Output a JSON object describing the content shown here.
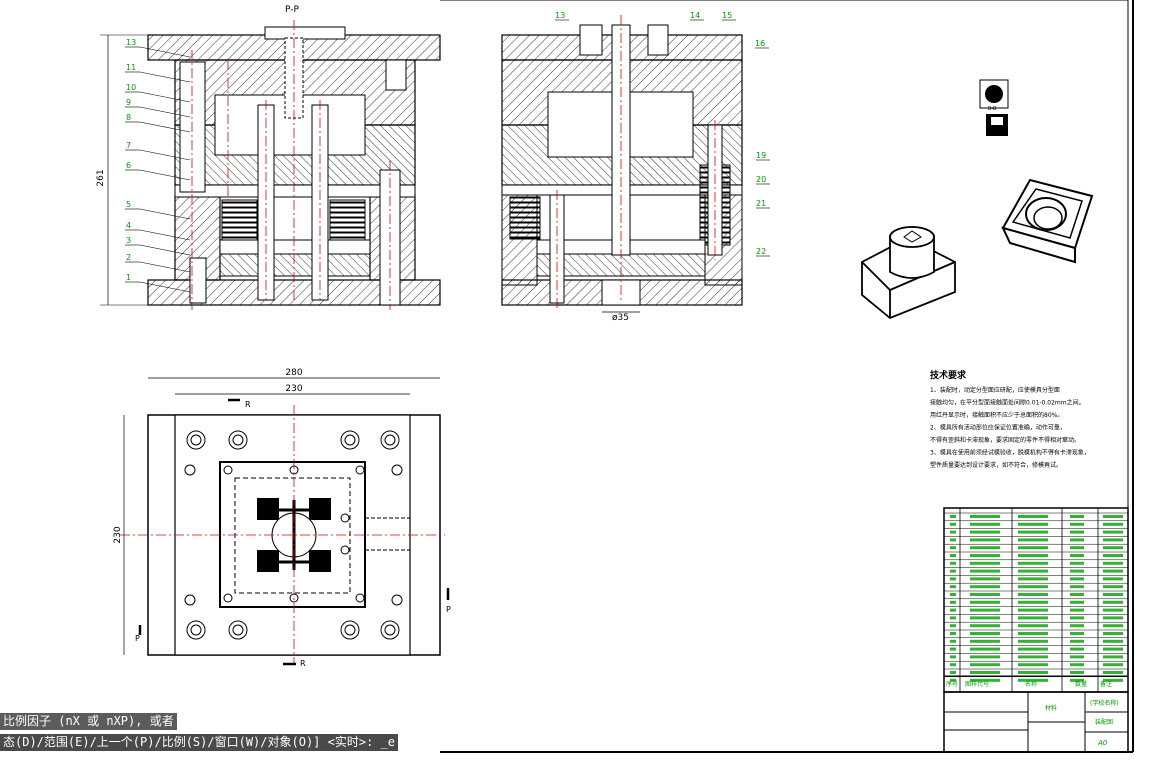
{
  "drawing": {
    "section_label": "P-P",
    "dim_height": "261",
    "dim_width_outer": "280",
    "dim_width_inner": "230",
    "dim_side": "230",
    "dim_sprue": "ø35",
    "cut_p": "P",
    "cut_r": "R",
    "part_view_label": "B-B",
    "left_leaders": [
      "13",
      "11",
      "10",
      "9",
      "8",
      "7",
      "6",
      "5",
      "4",
      "3",
      "2",
      "1"
    ],
    "right_leaders": [
      "13",
      "14",
      "15",
      "16",
      "19",
      "20",
      "21",
      "22"
    ]
  },
  "tech": {
    "title": "技术要求",
    "lines": [
      "1、装配时，动定分型面应研配，应使模具分型面",
      "接触均匀，在平分型面接触面处间隙0.01-0.02mm之间。",
      "用红丹显示时，接触面积不应少于总面积的80%。",
      "2、模具所有活动部位应保证位置准确，动作可靠，",
      "不得有歪斜和卡滞现象，要求固定的零件不得相对窜动。",
      "3、模具在使用前须经试模验收，脱模机构不得有卡滞现象，",
      "塑件质量要达到设计要求，如不符合，修模再试。"
    ]
  },
  "title_block": {
    "material": "材料",
    "drawing_name": "(学校名称)",
    "drawing_type": "装配图",
    "scale": "A0",
    "header_cols": [
      "序号",
      "图样代号",
      "名称",
      "数量",
      "备注"
    ]
  },
  "command": {
    "line1": "比例因子 (nX 或 nXP), 或者",
    "line2": "态(D)/范围(E)/上一个(P)/比例(S)/窗口(W)/对象(O)] <实时>:",
    "cursor_hint": "_e"
  },
  "colors": {
    "line": "#000000",
    "leader": "#00a000",
    "center": "#e00000",
    "background": "#ffffff"
  }
}
